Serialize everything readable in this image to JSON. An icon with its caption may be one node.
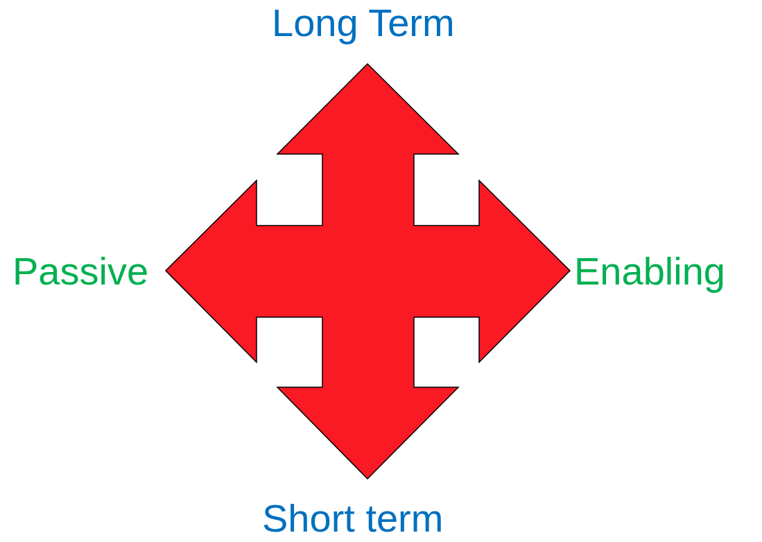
{
  "diagram": {
    "labels": [
      "Long Term",
      "Passive",
      "Enabling",
      "Short term"
    ]
  }
}
